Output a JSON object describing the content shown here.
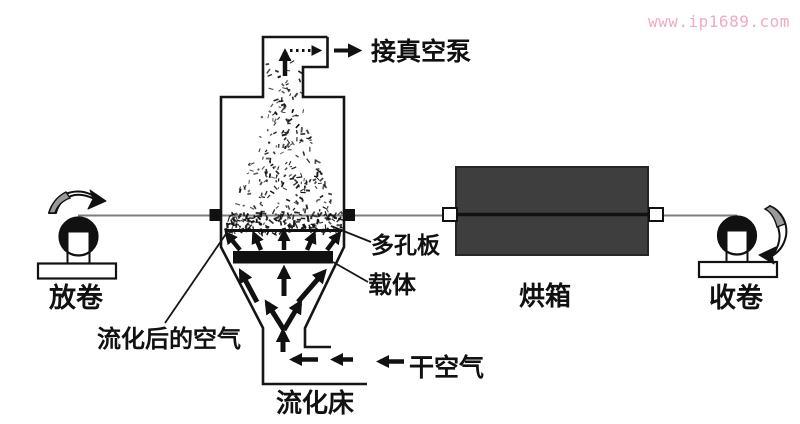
{
  "watermark": {
    "text": "www.ip1689.com"
  },
  "labels": {
    "vacuum_pump": "接真空泵",
    "porous_plate": "多孔板",
    "carrier": "载体",
    "oven": "烘箱",
    "unwind": "放卷",
    "rewind": "收卷",
    "fluidized_air": "流化后的空气",
    "dry_air": "干空气",
    "fluidized_bed": "流化床"
  },
  "colors": {
    "ink": "#151515",
    "web_line": "#7d7d7d",
    "oven_fill": "#3e3e3e",
    "oven_border": "#262626",
    "watermark": "#f0a9c7",
    "rotation_shade": "#9a9a9a"
  }
}
